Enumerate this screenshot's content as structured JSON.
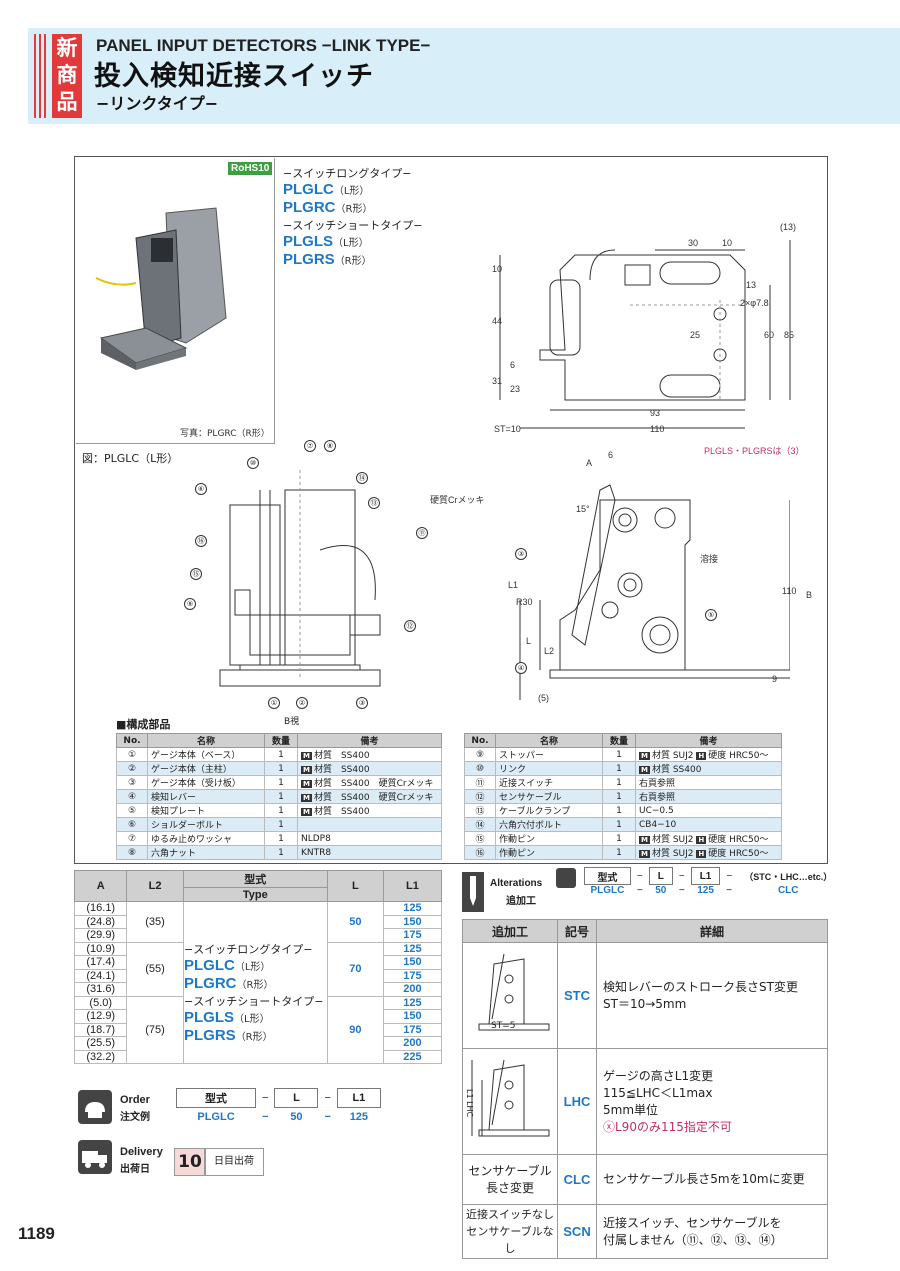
{
  "header": {
    "badge": "新商品",
    "en_title": "PANEL INPUT DETECTORS −LINK TYPE−",
    "jp_title": "投入検知近接スイッチ",
    "jp_subtitle": "−リンクタイプ−"
  },
  "product": {
    "rohs": "RoHS10",
    "photo_caption": "写真：PLGRC（R形）",
    "long_type_label": "−スイッチロングタイプ−",
    "short_type_label": "−スイッチショートタイプ−",
    "codes": [
      {
        "code": "PLGLC",
        "shape": "（L形）"
      },
      {
        "code": "PLGRC",
        "shape": "（R形）"
      },
      {
        "code": "PLGLS",
        "shape": "（L形）"
      },
      {
        "code": "PLGRS",
        "shape": "（R形）"
      }
    ]
  },
  "drawing_top": {
    "dims": [
      "30",
      "10",
      "13",
      "2×φ7.8",
      "10",
      "44",
      "25",
      "60",
      "85",
      "6",
      "31",
      "23",
      "93",
      "110",
      "ST=10",
      "(13)"
    ],
    "note": "PLGLS・PLGRSは（3）"
  },
  "drawing_bottom": {
    "caption": "図：PLGLC（L形）",
    "view_label": "B視",
    "labels": [
      "硬質Crメッキ",
      "溶接",
      "A",
      "6",
      "15°",
      "R30",
      "L1",
      "L",
      "L2",
      "(5)",
      "110",
      "B",
      "9"
    ],
    "callouts": [
      "①",
      "②",
      "③",
      "④",
      "⑤",
      "⑥",
      "⑦",
      "⑧",
      "⑨",
      "⑩",
      "⑪",
      "⑫",
      "⑬",
      "⑭",
      "⑮",
      "⑯"
    ]
  },
  "parts": {
    "title": "■構成部品",
    "headers": [
      "No.",
      "名称",
      "数量",
      "備考"
    ],
    "left": [
      {
        "no": "①",
        "name": "ゲージ本体（ベース）",
        "qty": "1",
        "mark": "M",
        "note": "材質　SS400"
      },
      {
        "no": "②",
        "name": "ゲージ本体（主柱）",
        "qty": "1",
        "mark": "M",
        "note": "材質　SS400"
      },
      {
        "no": "③",
        "name": "ゲージ本体（受け板）",
        "qty": "1",
        "mark": "M",
        "note": "材質　SS400　硬質Crメッキ"
      },
      {
        "no": "④",
        "name": "検知レバー",
        "qty": "1",
        "mark": "M",
        "note": "材質　SS400　硬質Crメッキ"
      },
      {
        "no": "⑤",
        "name": "検知プレート",
        "qty": "1",
        "mark": "M",
        "note": "材質　SS400"
      },
      {
        "no": "⑥",
        "name": "ショルダーボルト",
        "qty": "1",
        "mark": "",
        "note": ""
      },
      {
        "no": "⑦",
        "name": "ゆるみ止めワッシャ",
        "qty": "1",
        "mark": "",
        "note": "NLDP8"
      },
      {
        "no": "⑧",
        "name": "六角ナット",
        "qty": "1",
        "mark": "",
        "note": "KNTR8"
      }
    ],
    "right": [
      {
        "no": "⑨",
        "name": "ストッパー",
        "qty": "1",
        "mark": "M",
        "note": "材質 SUJ2",
        "mark2": "H",
        "note2": "硬度 HRC50～"
      },
      {
        "no": "⑩",
        "name": "リンク",
        "qty": "1",
        "mark": "M",
        "note": "材質 SS400",
        "mark2": "",
        "note2": ""
      },
      {
        "no": "⑪",
        "name": "近接スイッチ",
        "qty": "1",
        "mark": "",
        "note": "右頁参照",
        "mark2": "",
        "note2": ""
      },
      {
        "no": "⑫",
        "name": "センサケーブル",
        "qty": "1",
        "mark": "",
        "note": "右頁参照",
        "mark2": "",
        "note2": ""
      },
      {
        "no": "⑬",
        "name": "ケーブルクランプ",
        "qty": "1",
        "mark": "",
        "note": "UC−0.5",
        "mark2": "",
        "note2": ""
      },
      {
        "no": "⑭",
        "name": "六角穴付ボルト",
        "qty": "1",
        "mark": "",
        "note": "CB4−10",
        "mark2": "",
        "note2": ""
      },
      {
        "no": "⑮",
        "name": "作動ピン",
        "qty": "1",
        "mark": "M",
        "note": "材質 SUJ2",
        "mark2": "H",
        "note2": "硬度 HRC50～"
      },
      {
        "no": "⑯",
        "name": "作動ピン",
        "qty": "1",
        "mark": "M",
        "note": "材質 SUJ2",
        "mark2": "H",
        "note2": "硬度 HRC50～"
      }
    ]
  },
  "spec": {
    "headers": {
      "a": "A",
      "l2": "L2",
      "type_jp": "型式",
      "type_en": "Type",
      "l": "L",
      "l1": "L1"
    },
    "a_values": [
      "(16.1)",
      "(24.8)",
      "(29.9)",
      "(10.9)",
      "(17.4)",
      "(24.1)",
      "(31.6)",
      "(5.0)",
      "(12.9)",
      "(18.7)",
      "(25.5)",
      "(32.2)"
    ],
    "l2_values": [
      "(35)",
      "(55)",
      "(75)"
    ],
    "l_values": [
      "50",
      "70",
      "90"
    ],
    "l1_values": [
      "125",
      "150",
      "175",
      "125",
      "150",
      "175",
      "200",
      "125",
      "150",
      "175",
      "200",
      "225"
    ]
  },
  "order": {
    "label_en": "Order",
    "label_jp": "注文例",
    "headers": [
      "型式",
      "−",
      "L",
      "−",
      "L1"
    ],
    "values": [
      "PLGLC",
      "−",
      "50",
      "−",
      "125"
    ]
  },
  "delivery": {
    "label_en": "Delivery",
    "label_jp": "出荷日",
    "days": "10",
    "suffix": "日目出荷"
  },
  "alterations": {
    "label_en": "Alterations",
    "label_jp": "追加工",
    "code_headers": [
      "型式",
      "−",
      "L",
      "−",
      "L1",
      "−",
      "（STC・LHC…etc.）"
    ],
    "code_values": [
      "PLGLC",
      "−",
      "50",
      "−",
      "125",
      "−",
      "CLC"
    ],
    "headers": [
      "追加工",
      "記号",
      "詳細"
    ],
    "rows": [
      {
        "label": "",
        "diagram_text": "ST=5",
        "symbol": "STC",
        "details": [
          "検知レバーのストローク長さST変更",
          "ST＝10→5mm"
        ]
      },
      {
        "label": "",
        "diagram_text": "L1  LHC",
        "symbol": "LHC",
        "details": [
          "ゲージの高さL1変更",
          "115≦LHC＜L1max",
          "5mm単位",
          "ⓧL90のみ115指定不可"
        ]
      },
      {
        "label": "センサケーブル\n長さ変更",
        "symbol": "CLC",
        "details": [
          "センサケーブル長さ5mを10mに変更"
        ]
      },
      {
        "label": "近接スイッチなし\nセンサケーブルなし",
        "symbol": "SCN",
        "details": [
          "近接スイッチ、センサケーブルを",
          "付属しません（⑪、⑫、⑬、⑭）"
        ]
      }
    ]
  },
  "page_number": "1189"
}
